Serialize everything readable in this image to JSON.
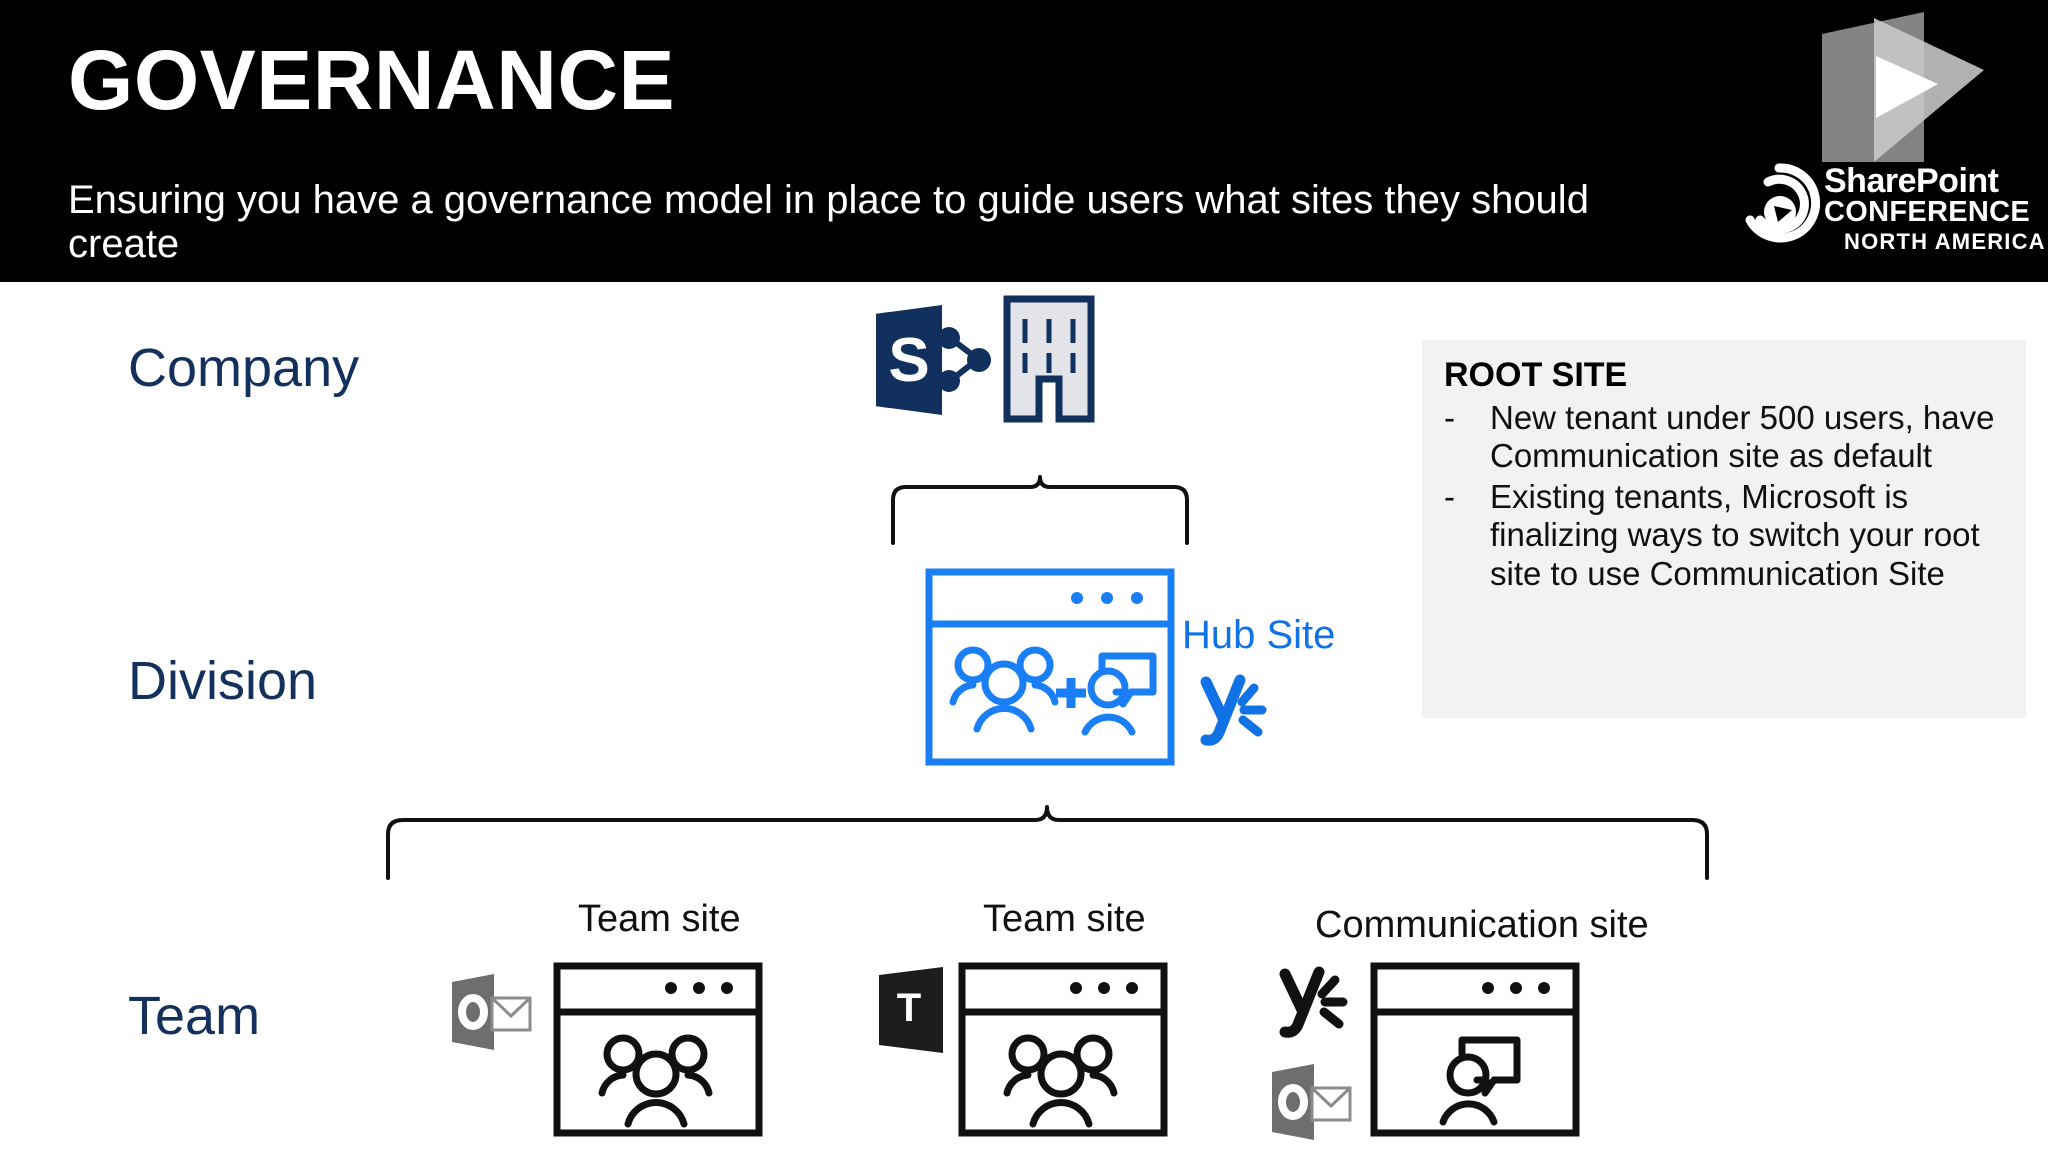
{
  "header": {
    "title": "GOVERNANCE",
    "subtitle": "Ensuring you have a governance model in place to guide users what sites they should create",
    "background_color": "#000000",
    "text_color": "#ffffff"
  },
  "logo": {
    "play_icon": "play-triangle-icon",
    "swirl_icon": "swirl-circle-icon",
    "line1": "SharePoint",
    "line2": "CONFERENCE",
    "line3": "NORTH AMERICA"
  },
  "diagram": {
    "accent_navy": "#14305c",
    "accent_blue": "#1072e4",
    "rows": [
      {
        "label": "Company"
      },
      {
        "label": "Division"
      },
      {
        "label": "Team"
      }
    ],
    "company": {
      "sharepoint_letter": "S",
      "sharepoint_icon": "sharepoint-logo-icon",
      "building_icon": "building-icon"
    },
    "division": {
      "hub_label": "Hub Site",
      "window_icon": "browser-window-icon",
      "people_icon": "people-group-icon",
      "plus_symbol": "+",
      "person_speech_icon": "person-speech-bubble-icon",
      "yammer_icon": "yammer-logo-icon"
    },
    "team": {
      "nodes": [
        {
          "label": "Team site",
          "window_icon": "browser-window-icon",
          "content_icon": "people-group-icon",
          "badges": [
            {
              "name": "outlook-logo-icon",
              "letter": "O"
            }
          ]
        },
        {
          "label": "Team site",
          "window_icon": "browser-window-icon",
          "content_icon": "people-group-icon",
          "badges": [
            {
              "name": "teams-logo-icon",
              "letter": "T"
            }
          ]
        },
        {
          "label": "Communication site",
          "window_icon": "browser-window-icon",
          "content_icon": "person-speech-bubble-icon",
          "badges": [
            {
              "name": "yammer-logo-icon",
              "letter": "y"
            },
            {
              "name": "outlook-logo-icon",
              "letter": "O"
            }
          ]
        }
      ]
    }
  },
  "callout": {
    "title": "ROOT SITE",
    "dash": "-",
    "background_color": "#f2f2f2",
    "items": [
      "New tenant under 500 users, have Communication site as default",
      "Existing tenants, Microsoft is finalizing ways to switch your root site to use Communication Site"
    ]
  }
}
